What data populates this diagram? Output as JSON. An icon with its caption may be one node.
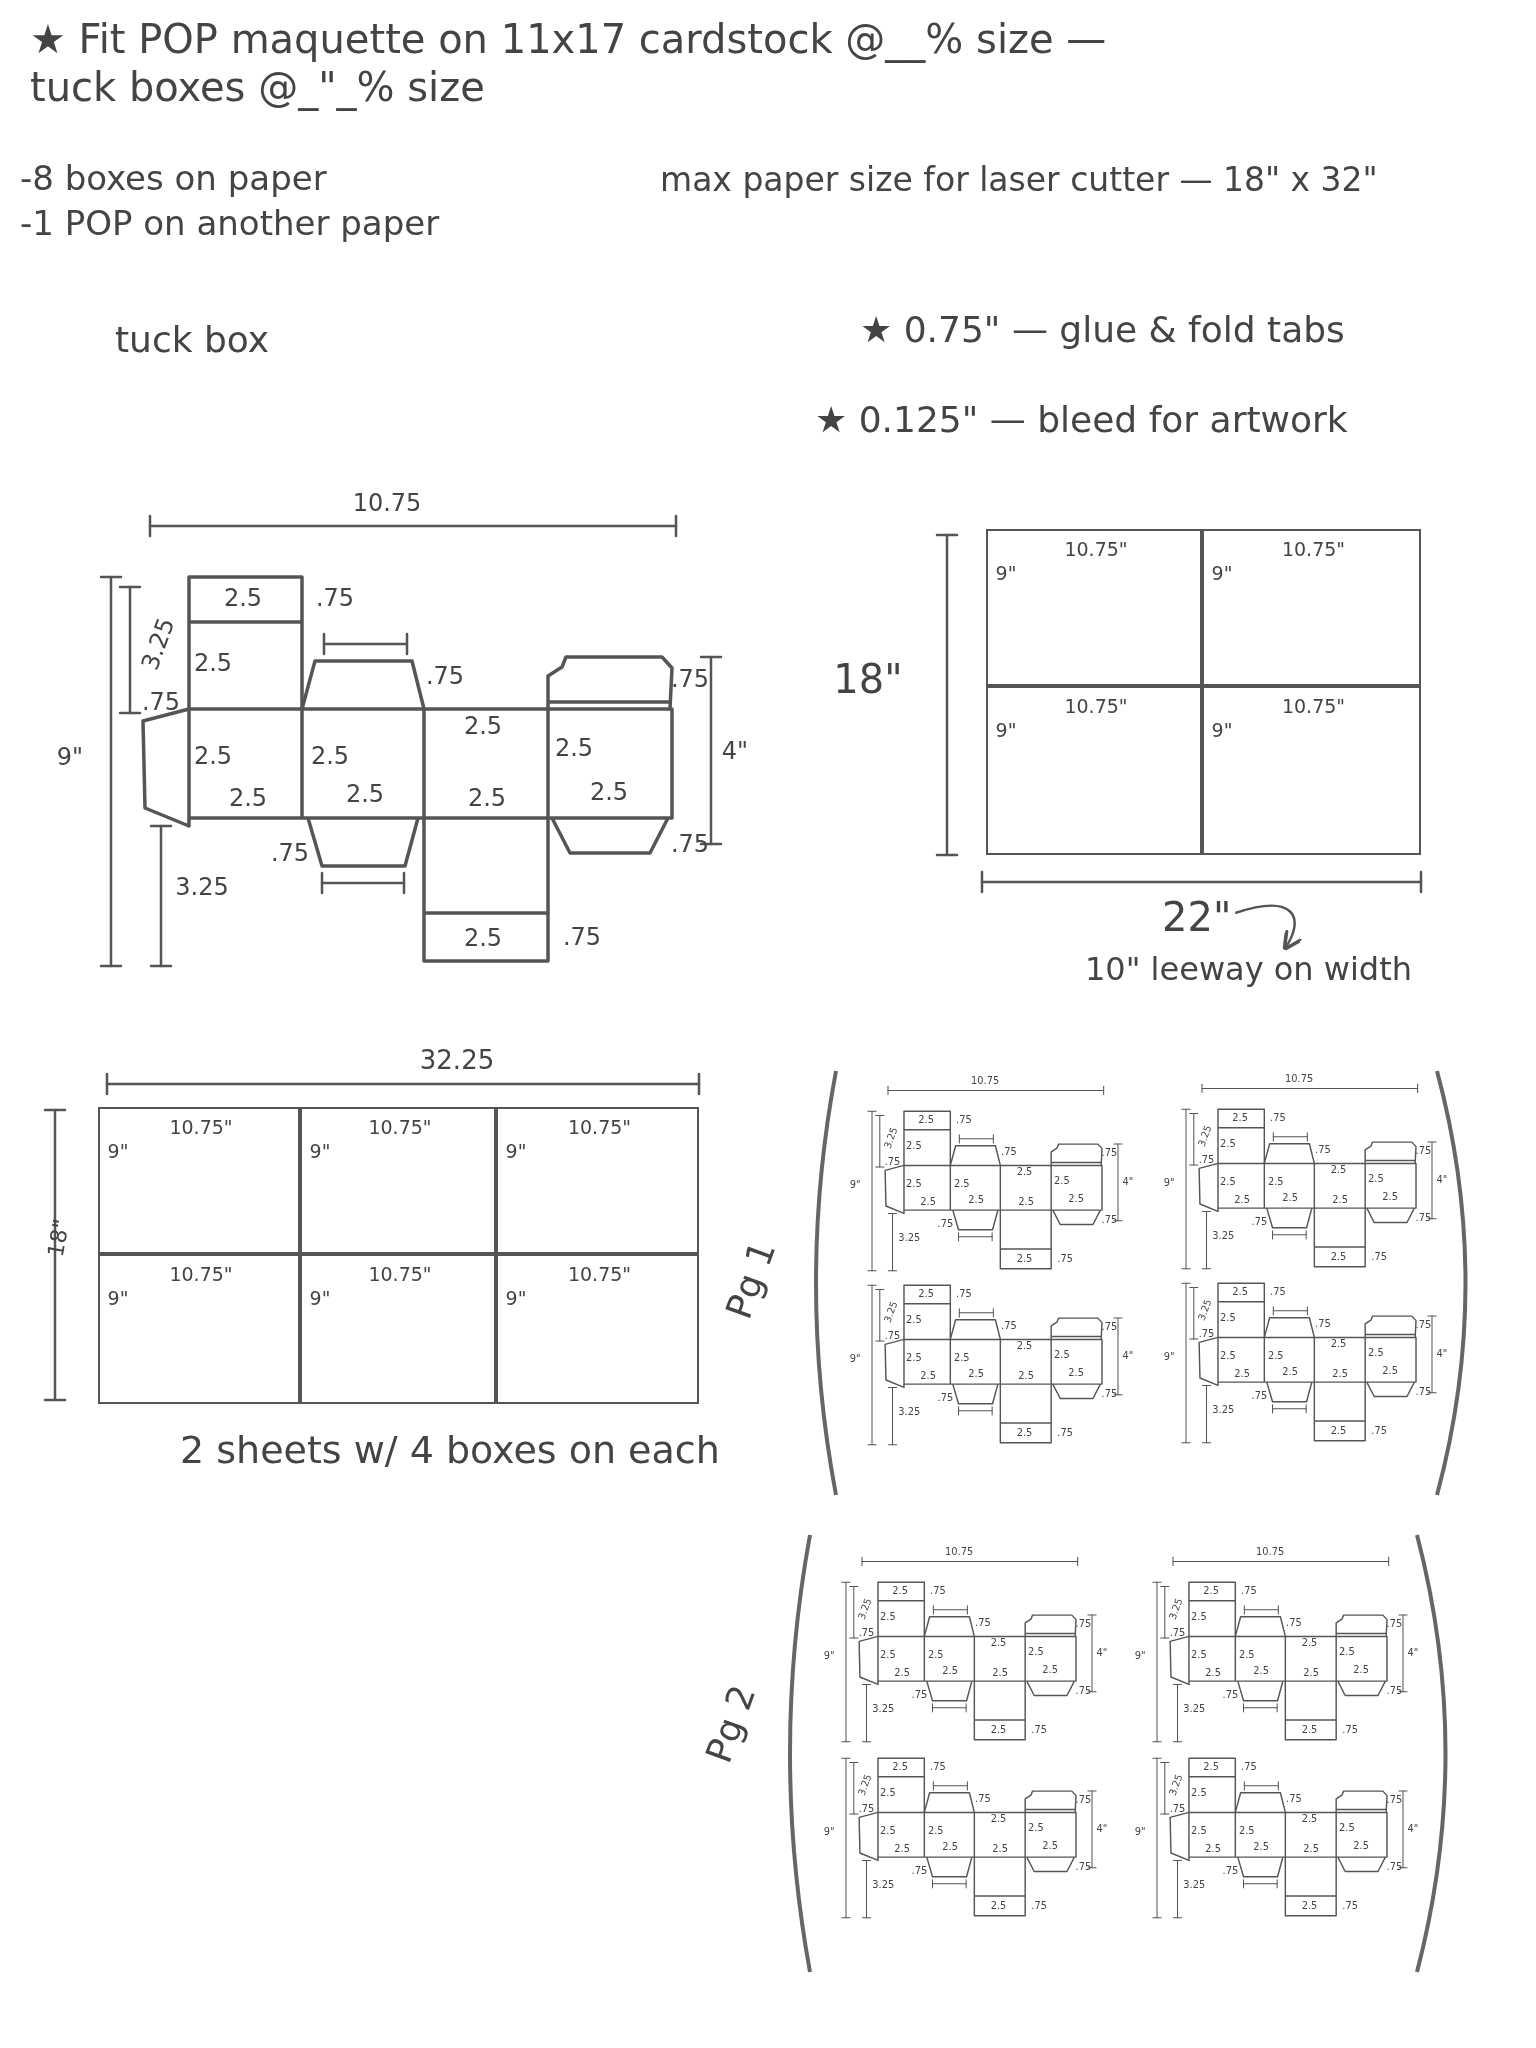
{
  "diagram": {
    "nodes": [
      {
        "text": [
          "10.75\"",
          "9\""
        ]
      },
      {
        "text": [
          "10.75\"",
          "9\""
        ]
      },
      {
        "text": [
          "10.75\"",
          "9\""
        ]
      },
      {
        "text": [
          "10.75\"",
          "9\""
        ]
      },
      {
        "text": [
          "22\""
        ]
      },
      {
        "text": [
          "10\" leeway on width"
        ]
      },
      {
        "text": [
          "10.75\"",
          "9\""
        ]
      },
      {
        "text": [
          "10.75\"",
          "9\""
        ]
      },
      {
        "text": [
          "10.75\"",
          "9\""
        ]
      },
      {
        "text": [
          "10.75\"",
          "9\""
        ]
      },
      {
        "text": [
          "10.75\"",
          "9\""
        ]
      },
      {
        "text": [
          "10.75\"",
          "9\""
        ]
      }
    ],
    "edges": [
      {
        "from": 4,
        "to": 5,
        "arrow": "to"
      }
    ],
    "labels": [
      "★ Fit POP maquette on 11x17 cardstock @__% size — tuck boxes @_\"_% size",
      "-8 boxes on paper",
      "-1 POP on another paper",
      "max paper size for laser cutter — 18\" x 32\"",
      "tuck box",
      "★ 0.75\" — glue & fold tabs",
      "★ 0.125\" — bleed for artwork",
      "10.75",
      "2.5",
      ".75",
      "3.25",
      "2.5",
      ".75",
      ".75",
      ".75",
      "2.5",
      "9\"",
      "2.5",
      "2.5",
      "2.5",
      "4\"",
      "2.5",
      "2.5",
      "2.5",
      "2.5",
      ".75",
      ".75",
      "3.25",
      "2.5",
      ".75",
      "18\"",
      "32.25",
      "18\"",
      "2 sheets w/ 4 boxes on each",
      "Pg 1",
      "10.75",
      "2.5",
      ".75",
      "3.25",
      "2.5",
      ".75",
      ".75",
      ".75",
      "2.5",
      "9\"",
      "2.5",
      "2.5",
      "2.5",
      "4\"",
      "2.5",
      "2.5",
      "2.5",
      "2.5",
      ".75",
      ".75",
      "3.25",
      "2.5",
      ".75",
      "10.75",
      "2.5",
      ".75",
      "3.25",
      "2.5",
      ".75",
      ".75",
      ".75",
      "2.5",
      "9\"",
      "2.5",
      "2.5",
      "2.5",
      "4\"",
      "2.5",
      "2.5",
      "2.5",
      "2.5",
      ".75",
      ".75",
      "3.25",
      "2.5",
      ".75",
      "2.5",
      ".75",
      "3.25",
      "2.5",
      ".75",
      ".75",
      ".75",
      "2.5",
      "9\"",
      "2.5",
      "2.5",
      "2.5",
      "4\"",
      "2.5",
      "2.5",
      "2.5",
      "2.5",
      ".75",
      ".75",
      "3.25",
      "2.5",
      ".75",
      "2.5",
      ".75",
      "3.25",
      "2.5",
      ".75",
      ".75",
      ".75",
      "2.5",
      "9\"",
      "2.5",
      "2.5",
      "2.5",
      "4\"",
      "2.5",
      "2.5",
      "2.5",
      "2.5",
      ".75",
      ".75",
      "3.25",
      "2.5",
      ".75",
      "Pg 2",
      "10.75",
      "2.5",
      ".75",
      "3.25",
      "2.5",
      ".75",
      ".75",
      ".75",
      "2.5",
      "9\"",
      "2.5",
      "2.5",
      "2.5",
      "4\"",
      "2.5",
      "2.5",
      "2.5",
      "2.5",
      ".75",
      ".75",
      "3.25",
      "2.5",
      ".75",
      "10.75",
      "2.5",
      ".75",
      "3.25",
      "2.5",
      ".75",
      ".75",
      ".75",
      "2.5",
      "9\"",
      "2.5",
      "2.5",
      "2.5",
      "4\"",
      "2.5",
      "2.5",
      "2.5",
      "2.5",
      ".75",
      ".75",
      "3.25",
      "2.5",
      ".75",
      "2.5",
      ".75",
      "3.25",
      "2.5",
      ".75",
      ".75",
      ".75",
      "2.5",
      "9\"",
      "2.5",
      "2.5",
      "2.5",
      "4\"",
      "2.5",
      "2.5",
      "2.5",
      "2.5",
      ".75",
      ".75",
      "3.25",
      "2.5",
      ".75",
      "2.5",
      ".75",
      "3.25",
      "2.5",
      ".75",
      ".75",
      ".75",
      "2.5",
      "9\"",
      "2.5",
      "2.5",
      "2.5",
      "4\"",
      "2.5",
      "2.5",
      "2.5",
      "2.5",
      ".75",
      ".75",
      "3.25",
      "2.5",
      ".75"
    ]
  }
}
